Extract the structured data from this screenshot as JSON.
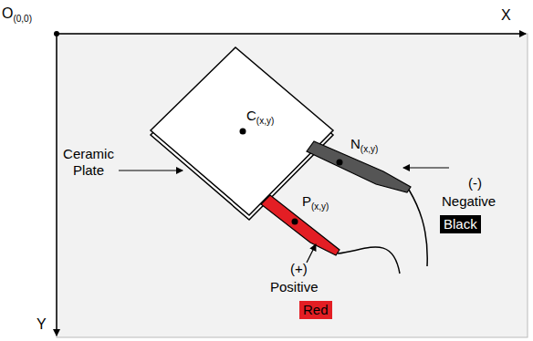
{
  "diagram": {
    "nodes": [
      {
        "text": [
          "Black"
        ]
      },
      {
        "text": [
          "Red"
        ]
      }
    ],
    "labels": [
      "O(0,0)",
      "X",
      "Y",
      "C(x,y)",
      "N(x,y)",
      "P(x,y)",
      "Ceramic Plate",
      "(-)",
      "Negative",
      "(+)",
      "Positive"
    ]
  }
}
